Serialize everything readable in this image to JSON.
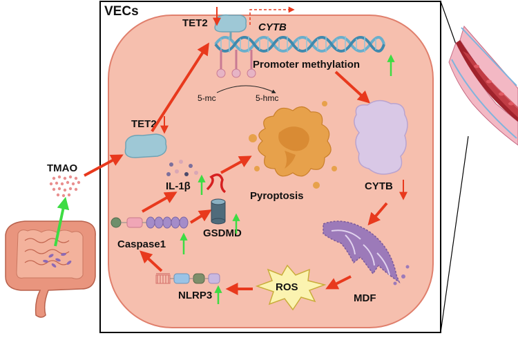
{
  "panel_title": "VECs",
  "labels": {
    "tmao": "TMAO",
    "tet2_cell": "TET2",
    "tet2_dna": "TET2",
    "cytb_gene": "CYTB",
    "promoter_methylation": "Promoter methylation",
    "five_mc": "5-mc",
    "five_hmc": "5-hmc",
    "il1b": "IL-1β",
    "pyroptosis": "Pyroptosis",
    "cytb_protein": "CYTB",
    "gsdmd": "GSDMD",
    "caspase1": "Caspase1",
    "nlrp3": "NLRP3",
    "ros": "ROS",
    "mdf": "MDF"
  },
  "regulation": {
    "tet2_cell": "down",
    "tet2_dna": "down",
    "promoter_methylation": "up",
    "il1b": "up",
    "cytb_protein": "down",
    "gsdmd": "up",
    "caspase1": "up",
    "nlrp3": "up"
  },
  "colors": {
    "cell_fill": "#f6bfae",
    "cell_stroke": "#e07f6c",
    "arrow_red": "#e8391d",
    "arrow_green": "#3ddc43",
    "ros_fill": "#fbf3b0",
    "tet2_fill": "#9ec8d6",
    "cytb_fill": "#d9c8e6",
    "pyroptosis_fill": "#e7a14b"
  }
}
